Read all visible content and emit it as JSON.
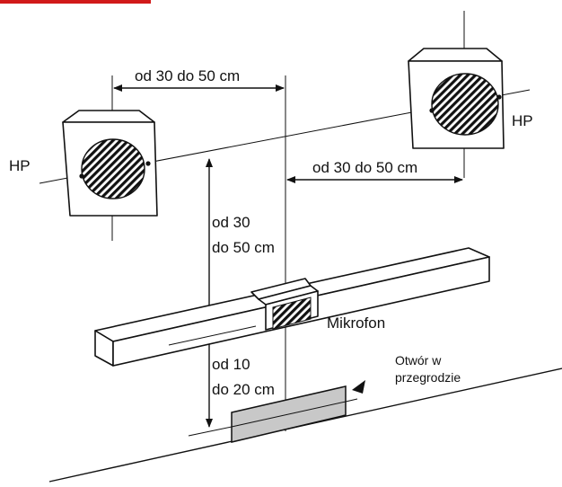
{
  "labels": {
    "speaker_left": "HP",
    "speaker_right": "HP",
    "dist_top_horizontal": "od 30 do 50 cm",
    "dist_mid_horizontal": "od 30 do 50 cm",
    "dist_vertical_1": "od 30",
    "dist_vertical_2": "do 50 cm",
    "dist_lower_1": "od 10",
    "dist_lower_2": "do 20 cm",
    "microphone": "Mikrofon",
    "hole_1": "Otwór w",
    "hole_2": "przegrodzie"
  },
  "colors": {
    "line": "#111111",
    "background": "#ffffff",
    "hole_fill": "#c8c8c8",
    "corner_mark": "#d11a1a"
  }
}
